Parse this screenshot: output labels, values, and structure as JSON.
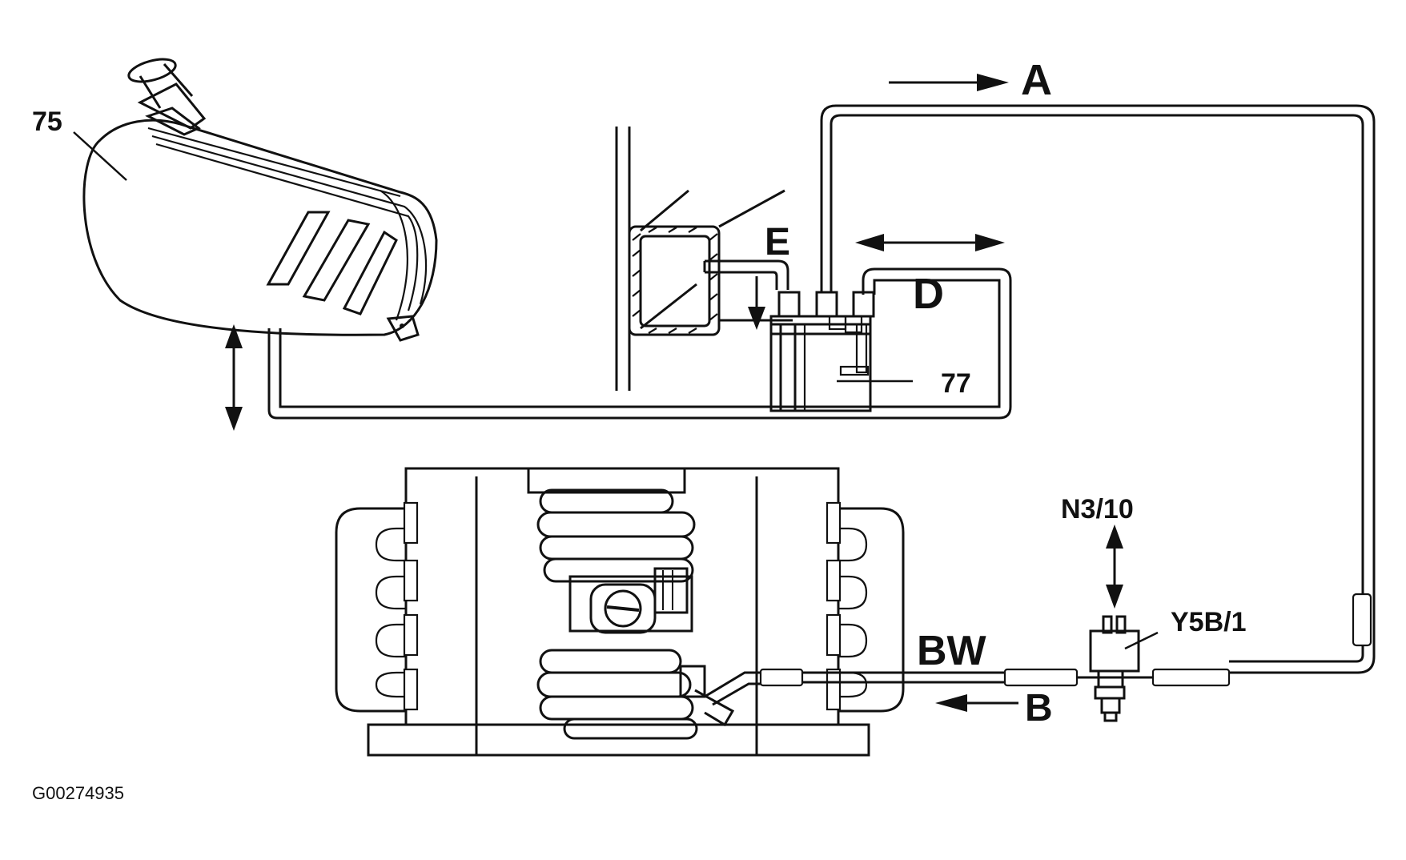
{
  "labels": {
    "canister": "75",
    "valve": "77",
    "line_a": "A",
    "line_b": "B",
    "line_bw": "BW",
    "line_d": "D",
    "line_e": "E",
    "control_module": "N3/10",
    "purge_valve": "Y5B/1"
  },
  "figure_id": "G00274935",
  "colors": {
    "ink": "#111111",
    "background": "#ffffff"
  }
}
